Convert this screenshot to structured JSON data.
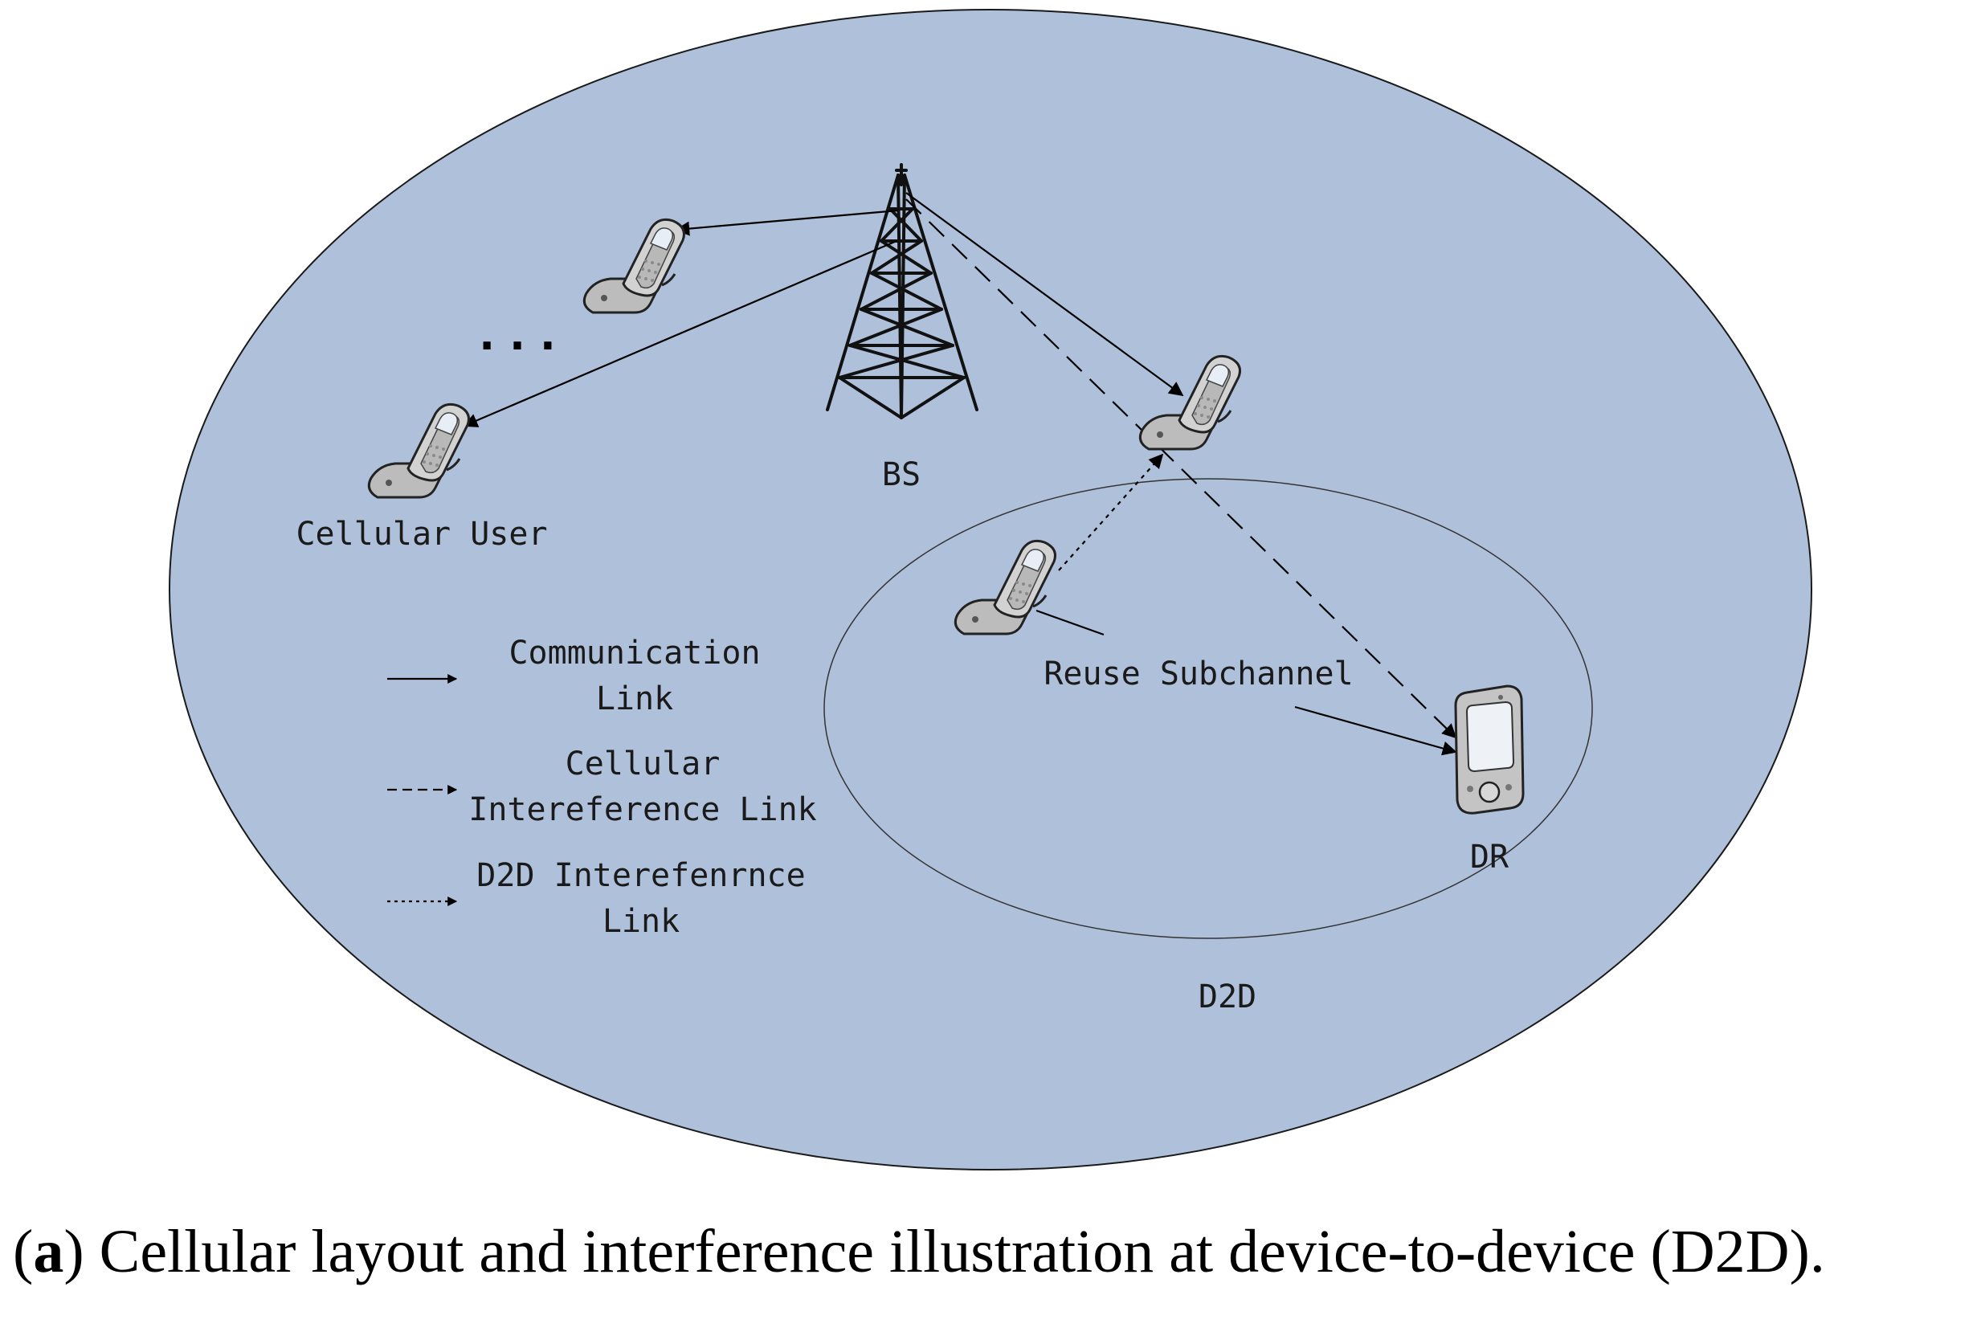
{
  "labels": {
    "bs": "BS",
    "cellular_user": "Cellular User",
    "ellipsis": "· · ·",
    "reuse_subchannel": "Reuse Subchannel",
    "dr": "DR",
    "d2d": "D2D"
  },
  "legend": [
    {
      "style": "solid",
      "line1": "Communication",
      "line2": "Link"
    },
    {
      "style": "dashed",
      "line1": "Cellular",
      "line2": "Intereference Link"
    },
    {
      "style": "dotted",
      "line1": "D2D Interefenrnce",
      "line2": "Link"
    }
  ],
  "caption": {
    "prefix": "(",
    "letter": "a",
    "text": ") Cellular layout and interference illustration at device-to-device (D2D)."
  },
  "colors": {
    "cell_fill": "#afc1da",
    "outline": "#1a1a1a",
    "phone_body": "#c8c8c8",
    "phone_screen": "#e6eef6"
  },
  "icons": [
    "tower-icon",
    "phone-icon",
    "pda-icon"
  ]
}
